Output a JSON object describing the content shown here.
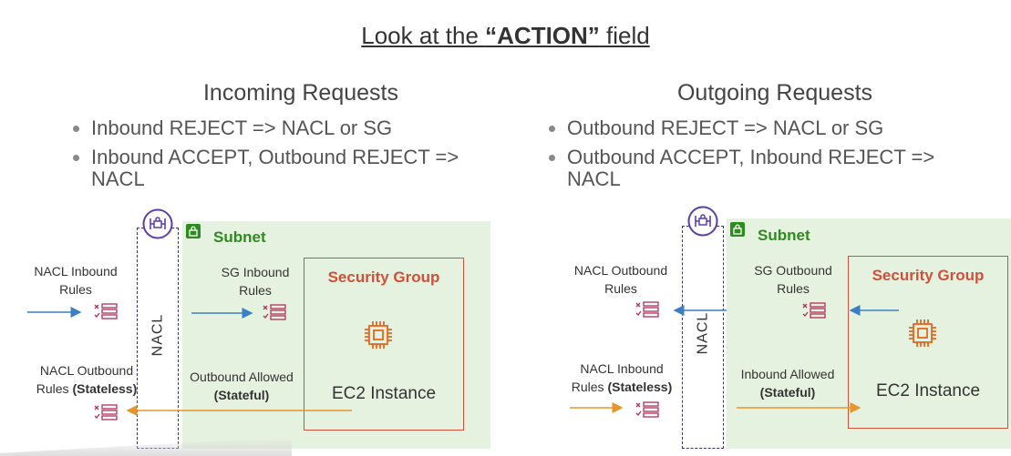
{
  "title": {
    "pre": "Look at the ",
    "action": "“ACTION”",
    "post": " field"
  },
  "left": {
    "heading": "Incoming Requests",
    "bullets": [
      "Inbound REJECT => NACL or SG",
      "Inbound ACCEPT, Outbound REJECT => NACL"
    ],
    "subnet_label": "Subnet",
    "nacl_label": "NACL",
    "security_group_label": "Security Group",
    "ec2_label": "EC2 Instance",
    "nacl_rules_top": "NACL Inbound Rules",
    "sg_rules": "SG Inbound Rules",
    "nacl_rules_bottom": {
      "text": "NACL Outbound Rules",
      "bold": "(Stateless)"
    },
    "allowed": {
      "text": "Outbound Allowed",
      "bold": "(Stateful)"
    }
  },
  "right": {
    "heading": "Outgoing Requests",
    "bullets": [
      "Outbound REJECT => NACL or SG",
      "Outbound ACCEPT, Inbound REJECT => NACL"
    ],
    "subnet_label": "Subnet",
    "nacl_label": "NACL",
    "security_group_label": "Security Group",
    "ec2_label": "EC2 Instance",
    "nacl_rules_top": "NACL Outbound Rules",
    "sg_rules": "SG Outbound Rules",
    "nacl_rules_bottom": {
      "text": "NACL Inbound Rules",
      "bold": "(Stateless)"
    },
    "allowed": {
      "text": "Inbound Allowed",
      "bold": "(Stateful)"
    }
  },
  "colors": {
    "subnet_green": "#2e8b20",
    "subnet_fill": "#e6f2e0",
    "security_group_red": "#d0503a",
    "nacl_purple": "#3d3568",
    "inbound_blue": "#3d7fc4",
    "outbound_orange": "#e8952a",
    "ec2_orange": "#e5671e",
    "rules_magenta": "#b0305a"
  },
  "icons": [
    "gateway-icon",
    "lock-icon",
    "rules-icon",
    "ec2-chip-icon"
  ]
}
